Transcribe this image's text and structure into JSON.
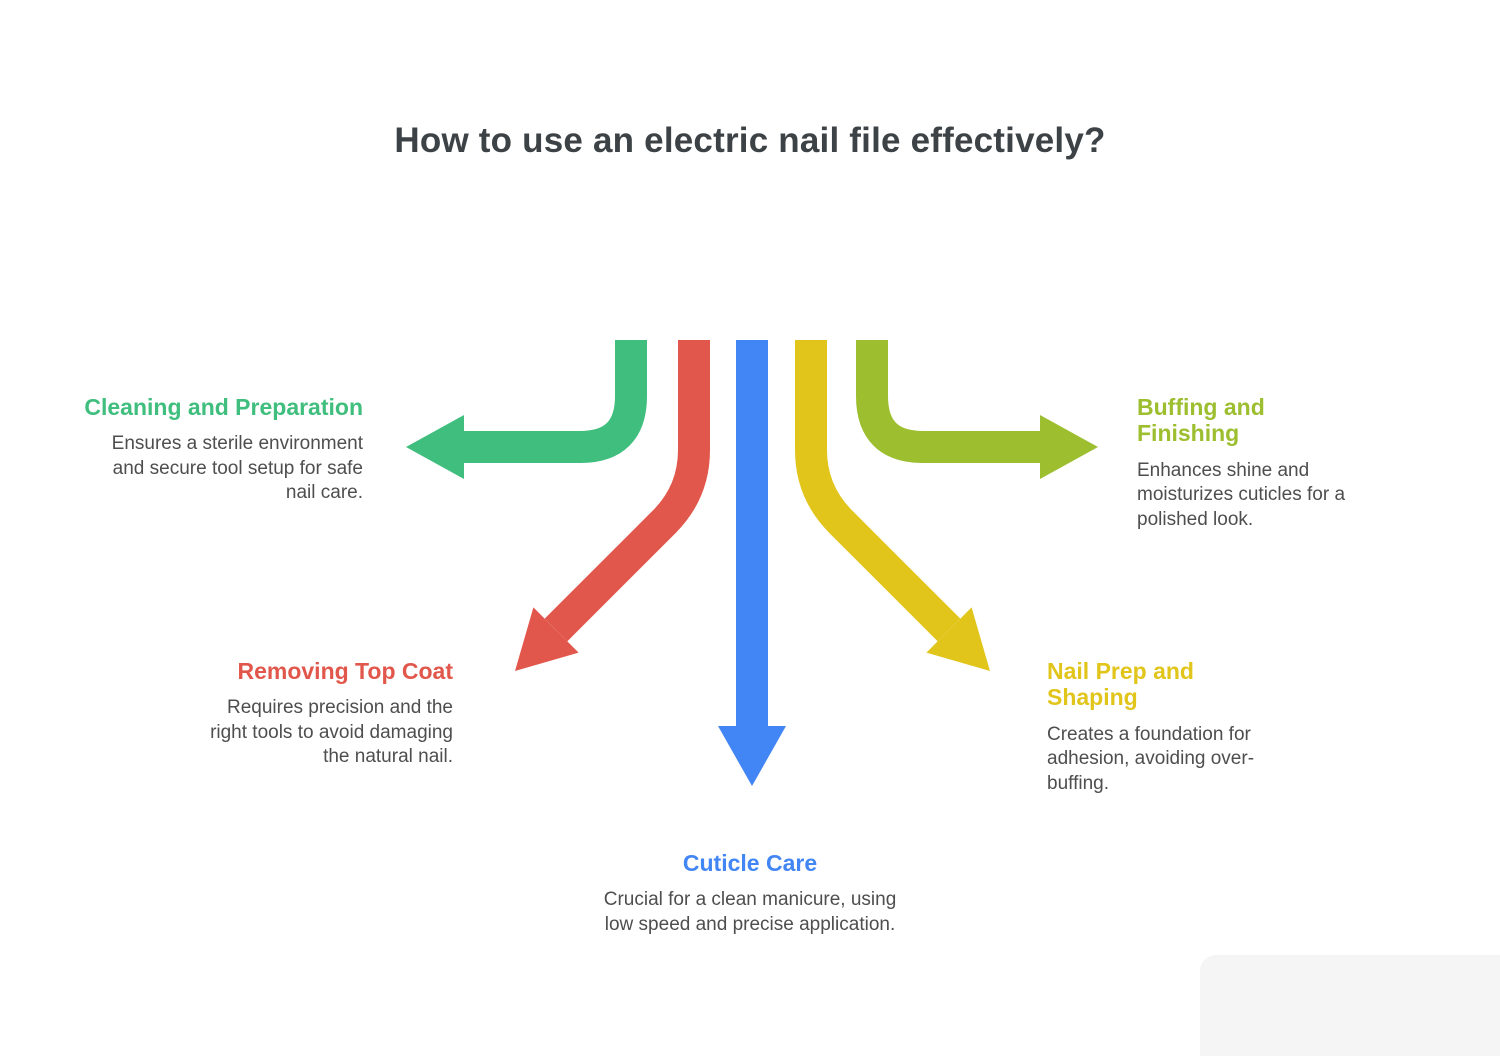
{
  "title": "How to use an electric nail file effectively?",
  "branches": [
    {
      "id": "cleaning",
      "label": "Cleaning and Preparation",
      "description": "Ensures a sterile environment and secure tool setup for safe nail care.",
      "color": "#3FBE7D",
      "direction": "left"
    },
    {
      "id": "removing",
      "label": "Removing Top Coat",
      "description": "Requires precision and the right tools to avoid damaging the natural nail.",
      "color": "#E2574C",
      "direction": "down-left"
    },
    {
      "id": "cuticle",
      "label": "Cuticle Care",
      "description": "Crucial for a clean manicure, using low speed and precise application.",
      "color": "#4285F4",
      "direction": "down"
    },
    {
      "id": "nailprep",
      "label": "Nail Prep and Shaping",
      "description": "Creates a foundation for adhesion, avoiding over-buffing.",
      "color": "#E2C51B",
      "direction": "down-right"
    },
    {
      "id": "buffing",
      "label": "Buffing and Finishing",
      "description": "Enhances shine and moisturizes cuticles for a polished look.",
      "color": "#9CBE2F",
      "direction": "right"
    }
  ],
  "colors": {
    "title_text": "#3C4245",
    "body_text": "#4E4E4E",
    "background": "#FFFFFF",
    "watermark_panel": "#F5F5F5"
  }
}
